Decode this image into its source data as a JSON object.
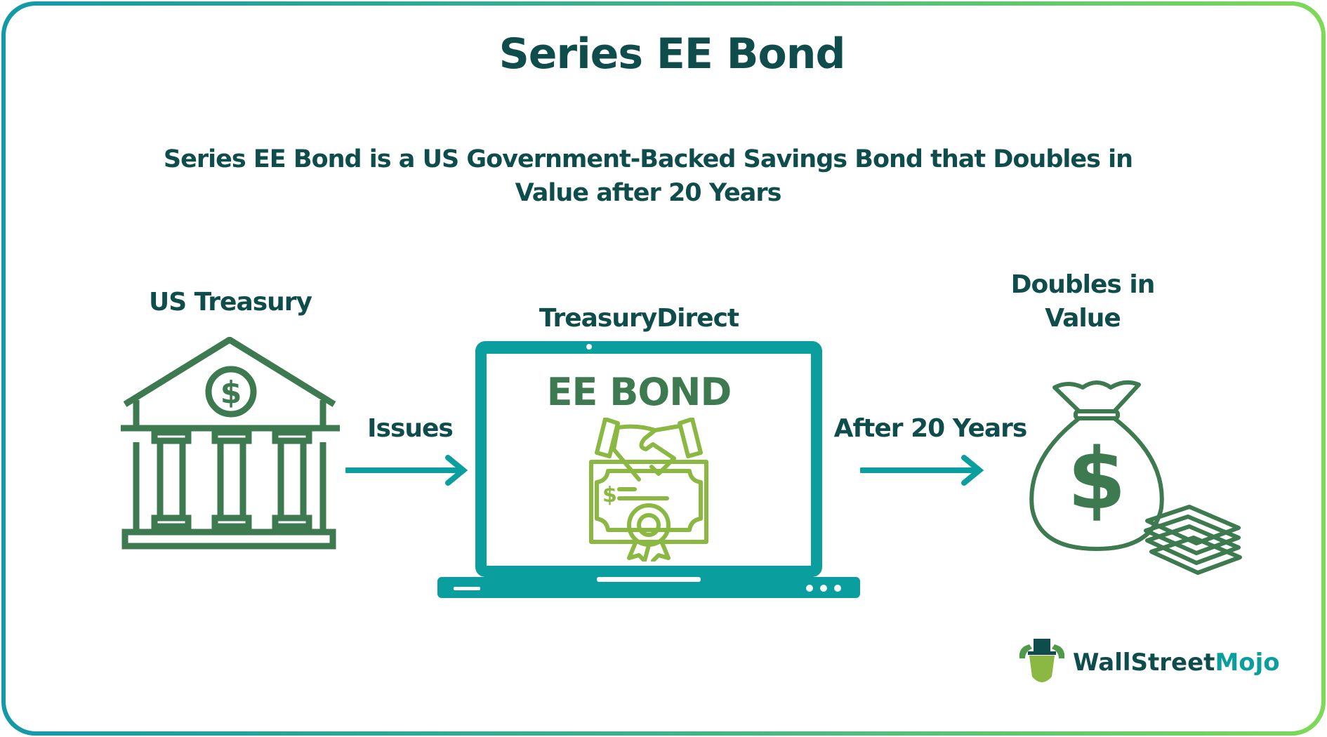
{
  "title": "Series EE Bond",
  "subtitle_line1": "Series EE Bond is a US  Government-Backed Savings Bond that Doubles in",
  "subtitle_line2": "Value after 20 Years",
  "steps": {
    "treasury_label": "US Treasury",
    "issues_label": "Issues",
    "treasurydirect_label": "TreasuryDirect",
    "screen_text": "EE BOND",
    "after_label": "After 20 Years",
    "doubles_line1": "Doubles in",
    "doubles_line2": "Value"
  },
  "logo": {
    "part1": "WallStreet",
    "part2": "Mojo"
  },
  "colors": {
    "dark_teal": "#0f4c4c",
    "teal": "#0a9e9e",
    "green": "#3d7a4f",
    "lime": "#8ab843"
  }
}
